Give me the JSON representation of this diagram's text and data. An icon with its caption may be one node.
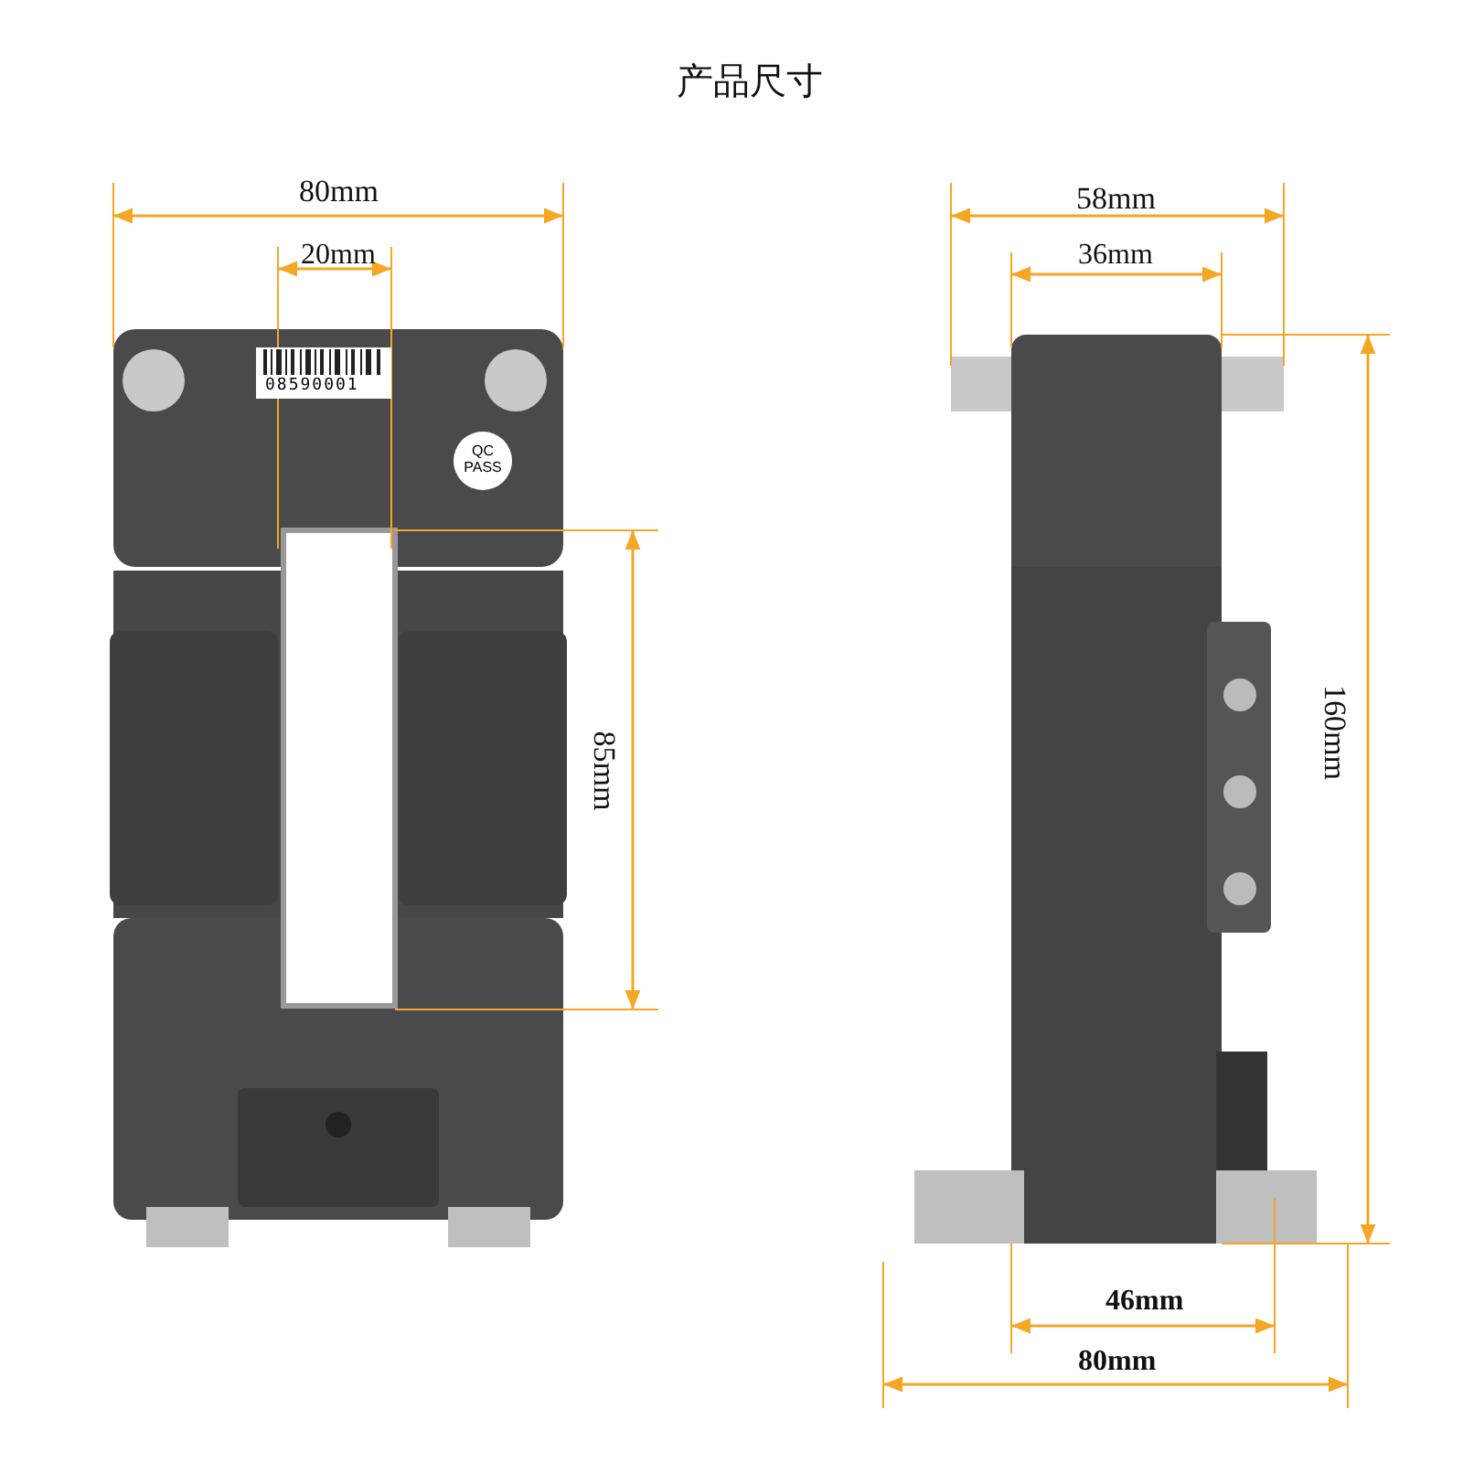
{
  "diagram": {
    "title": "产品尺寸",
    "labels": [
      "80mm",
      "58mm",
      "20mm",
      "36mm",
      "08590001",
      "QC PASS",
      "85mm",
      "160mm",
      "46mm",
      "80mm"
    ]
  }
}
